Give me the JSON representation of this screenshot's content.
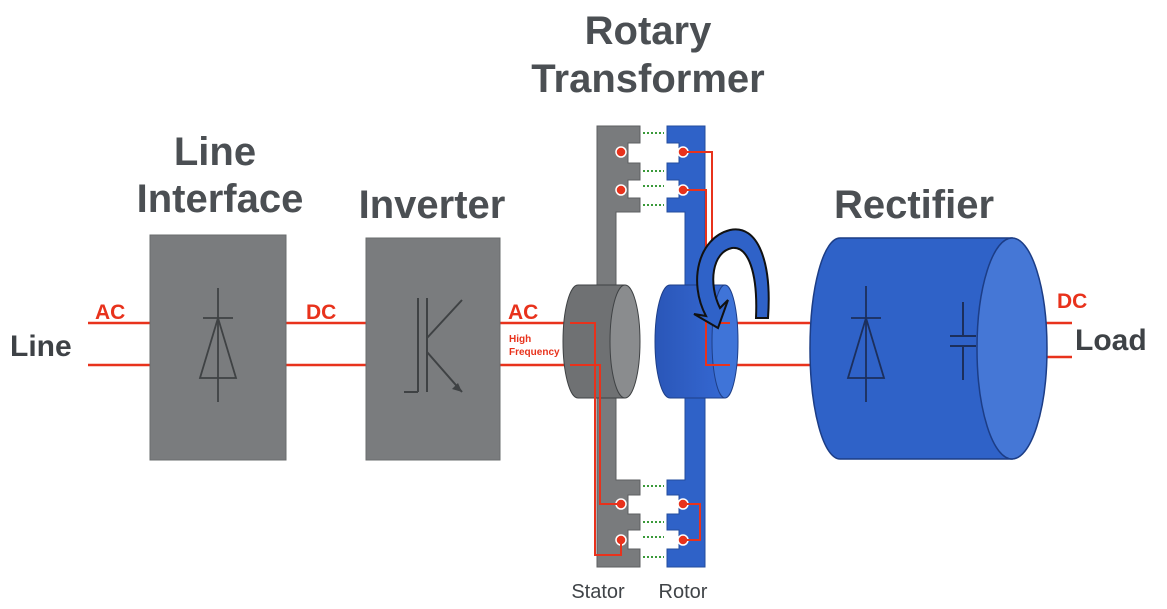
{
  "titles": {
    "line_interface": [
      "Line",
      "Interface"
    ],
    "inverter": "Inverter",
    "rotary_transformer": [
      "Rotary",
      "Transformer"
    ],
    "rectifier": "Rectifier"
  },
  "labels": {
    "line": "Line",
    "load": "Load",
    "ac_in": "AC",
    "dc_mid": "DC",
    "ac_out": "AC",
    "high_frequency": [
      "High",
      "Frequency"
    ],
    "dc_out": "DC",
    "stator": "Stator",
    "rotor": "Rotor"
  },
  "colors": {
    "wire": "#e8321c",
    "grey_block": "#7a7c7e",
    "blue_block": "#2f62c8",
    "text": "#4b4f53",
    "leakage": "#3a9a3a"
  }
}
